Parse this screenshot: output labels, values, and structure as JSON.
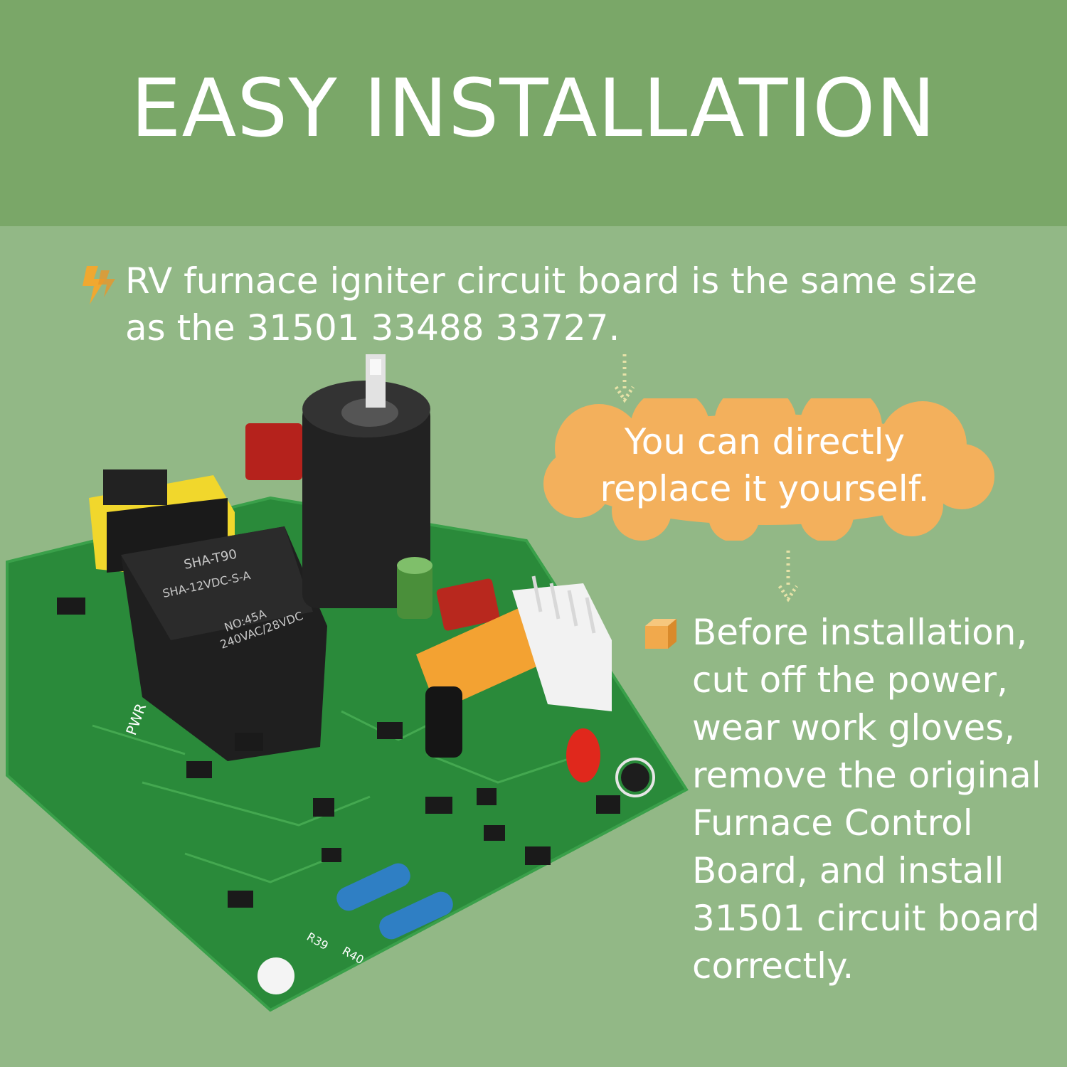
{
  "header": {
    "title": "EASY INSTALLATION"
  },
  "feature1": {
    "text": "RV furnace igniter circuit board is the same size as the 31501 33488 33727."
  },
  "callout": {
    "text": "You can directly replace it yourself."
  },
  "feature2": {
    "text": "Before installation, cut off the power, wear work gloves, remove the original Furnace Control Board, and install 31501 circuit board correctly."
  },
  "board_labels": {
    "relay_model": "SHA-T90",
    "relay_spec": "SHA-12VDC-S-A",
    "relay_rating1": "NO:45A",
    "relay_rating2": "240VAC/28VDC",
    "pwr": "PWR",
    "r39": "R39",
    "r40": "R40"
  },
  "colors": {
    "header_bg": "#7aa768",
    "body_bg": "#92b886",
    "cloud": "#f3b05c",
    "board": "#2a8a3a",
    "icon_bolt": "#f0a830",
    "icon_box": "#f1a94c"
  }
}
